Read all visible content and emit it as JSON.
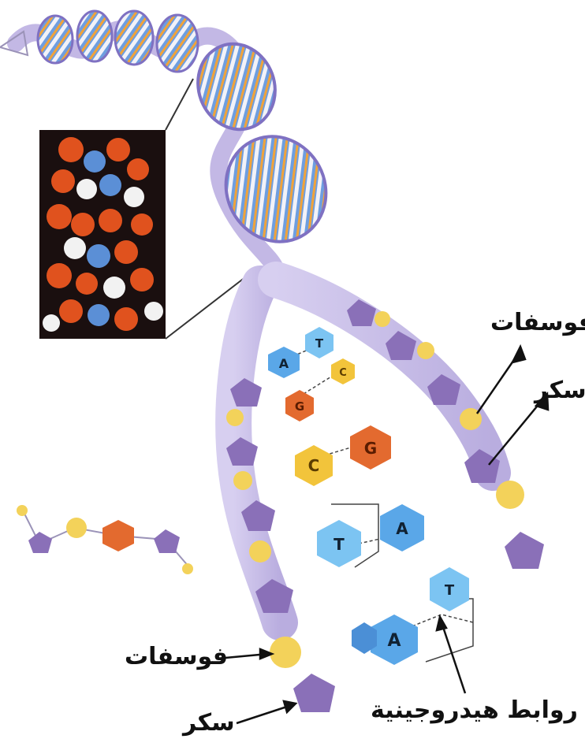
{
  "labels": {
    "phosphate_right": "فوسفات",
    "sugar_right": "سكر",
    "phosphate_bottom": "فوسفات",
    "sugar_bottom": "سكر",
    "hydrogen_bonds": "روابط هيدروجينية"
  },
  "bases": {
    "b1": "A",
    "b2": "T",
    "b3": "G",
    "b4": "C",
    "b5": "C",
    "b6": "G",
    "b7": "T",
    "b8": "A",
    "b9": "T",
    "b10": "A"
  },
  "colors": {
    "sugar": "#8a70b8",
    "phosphate": "#f3d25a",
    "adenine": "#5aa7e8",
    "thymine": "#7cc4f2",
    "guanine": "#e36a2f",
    "cytosine": "#f2c43b",
    "backbone": "#c9c0e6",
    "helix_blue": "#5b8fd6",
    "helix_orange": "#f0a33a"
  }
}
